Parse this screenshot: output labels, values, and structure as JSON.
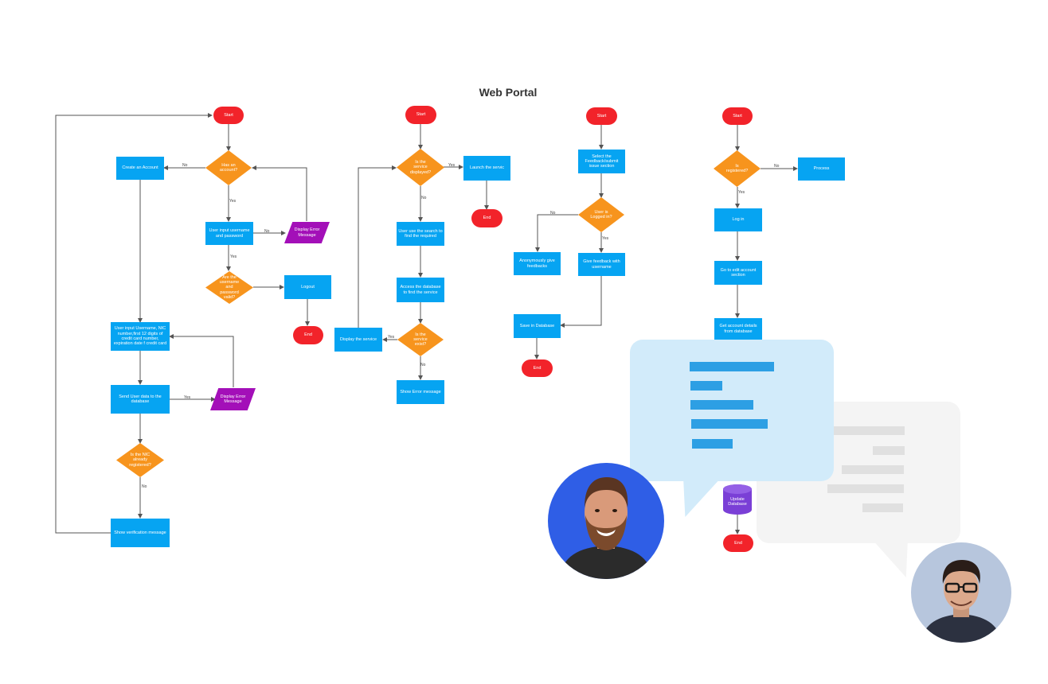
{
  "diagram": {
    "title": "Web Portal",
    "nodes": {
      "start1": "Start",
      "has_account": "Has an account?",
      "create_account": "Create an Account",
      "user_input_creds": "User input username and password",
      "display_error1": "Display Error Message",
      "creds_valid": "Are the username and password valid?",
      "logout": "Logout",
      "end1": "End",
      "user_input_details": "User input Username, NIC number,first 12 digits of credit card number, expiration date f credit card",
      "send_user_data": "Send User data to the database",
      "display_error2": "Display Error Message",
      "nic_registered": "Is the NIC already registered?",
      "show_verification": "Show verification message",
      "start2": "Start",
      "service_displayed": "Is the service displayed?",
      "launch_service": "Launch the servic",
      "end2": "End",
      "search_service": "User use the search to find the required",
      "access_database": "Access the database to find the service",
      "service_exist": "Is the service exist?",
      "display_service": "Display the service",
      "show_error": "Show Error message",
      "start3": "Start",
      "select_feedback": "Select the Feedback/submit issue section",
      "user_logged": "User is Logged in?",
      "anon_feedback": "Anonymously give feedbacks",
      "feedback_username": "Give feedback with username",
      "save_db": "Save in Database",
      "end3": "End",
      "start4": "Start",
      "is_registered": "Is registered?",
      "process": "Process",
      "login": "Log in",
      "edit_account": "Go to edit account section",
      "get_details": "Get account details from database",
      "update_db": "Update Database",
      "end4": "End"
    },
    "edge_labels": {
      "no": "No",
      "yes": "Yes"
    }
  },
  "colors": {
    "terminal": "#f2232a",
    "process": "#06a4f2",
    "decision": "#f7941d",
    "io": "#a30fb8",
    "database": "#7a3fd6",
    "connector": "#555555",
    "bubble_front": "#d2ebfa",
    "bubble_back": "#f4f4f4"
  },
  "overlay": {
    "avatars": [
      "bearded-man-avatar",
      "man-with-glasses-avatar"
    ],
    "chat_bubbles": [
      "chat-bubble-blue",
      "chat-bubble-gray"
    ]
  }
}
